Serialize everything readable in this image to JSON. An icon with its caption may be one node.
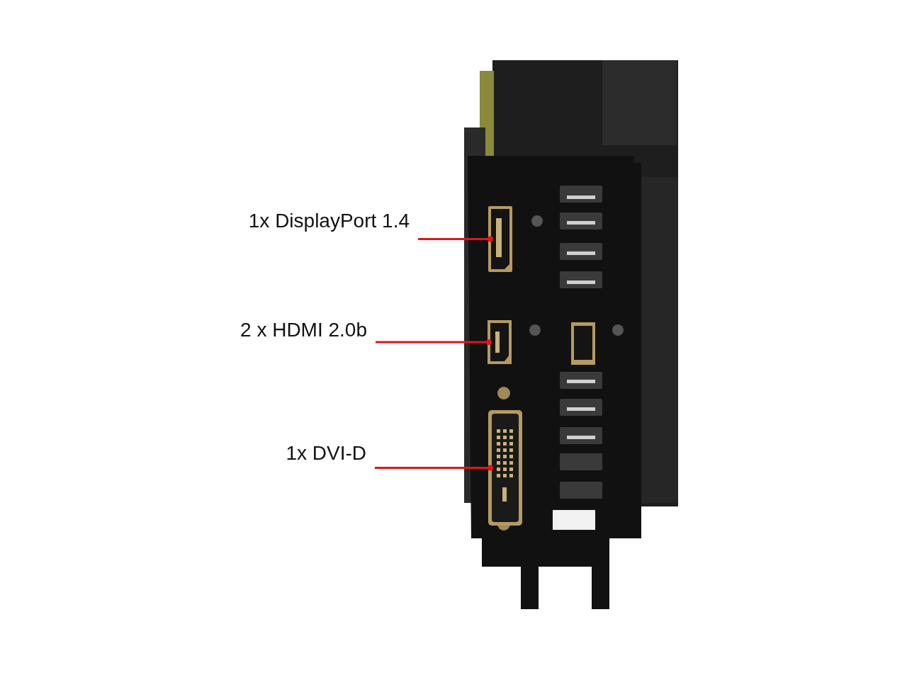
{
  "diagram": {
    "nodes": [
      {
        "text": [
          "1x DisplayPort 1.4"
        ]
      },
      {
        "text": [
          "2 x HDMI 2.0b"
        ]
      },
      {
        "text": [
          "1x DVI-D"
        ]
      },
      {
        "text": [],
        "shape": "picture"
      },
      {
        "text": [],
        "shape": "picture"
      },
      {
        "text": [],
        "shape": "picture"
      }
    ],
    "edges": [
      {
        "from": 0,
        "to": 3,
        "arrow": "other",
        "color": "#e0141e"
      },
      {
        "from": 1,
        "to": 4,
        "arrow": "other",
        "color": "#e0141e"
      },
      {
        "from": 2,
        "to": 5,
        "arrow": "other",
        "color": "#e0141e"
      }
    ]
  }
}
